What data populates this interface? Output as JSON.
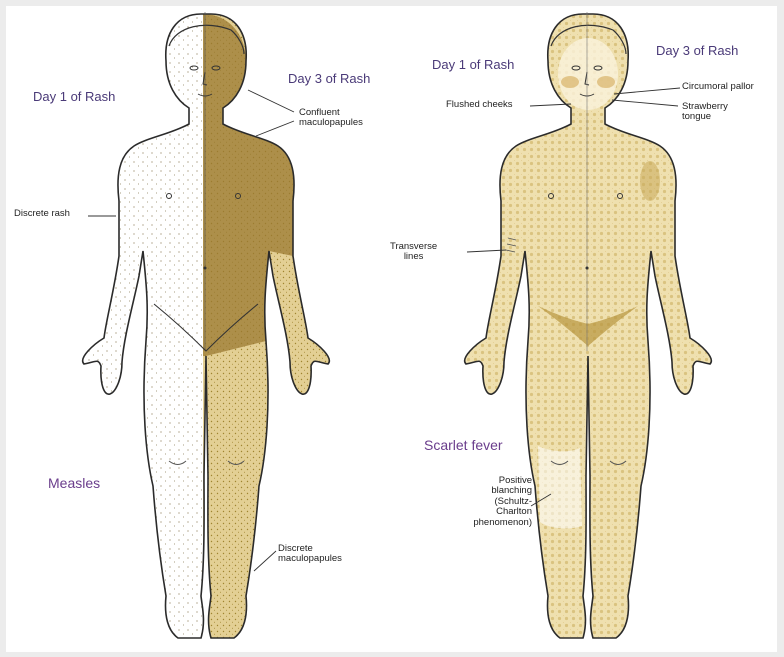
{
  "colors": {
    "rash_dark": "#9b7a32",
    "rash_light": "#d8c07a",
    "scarlet_fill": "#e8d49a",
    "outline": "#2b2b2b",
    "title_purple": "#6a3d8c",
    "day_label": "#4a3a78"
  },
  "measles": {
    "title": "Measles",
    "day1": "Day 1 of Rash",
    "day3": "Day 3 of Rash",
    "confluent": [
      "Confluent",
      "maculopapules"
    ],
    "discrete_rash": "Discrete rash",
    "discrete_maculo": [
      "Discrete",
      "maculopapules"
    ]
  },
  "scarlet": {
    "title": "Scarlet fever",
    "day1": "Day 1 of Rash",
    "day3": "Day 3 of Rash",
    "circumoral": "Circumoral pallor",
    "flushed": "Flushed cheeks",
    "strawberry": [
      "Strawberry",
      "tongue"
    ],
    "transverse": [
      "Transverse",
      "lines"
    ],
    "blanching": [
      "Positive",
      "blanching",
      "(Schultz-",
      "Charlton",
      "phenomenon)"
    ]
  }
}
